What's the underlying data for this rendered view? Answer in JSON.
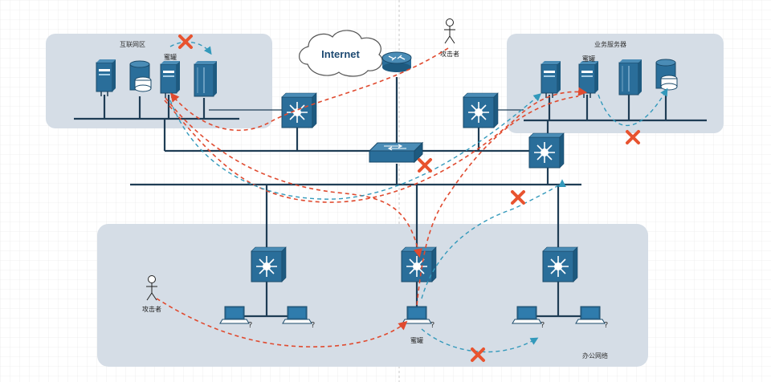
{
  "zones": {
    "internet_zone": "互联网区",
    "business_servers": "业务服务器",
    "office_network": "办公网络"
  },
  "cloud": {
    "label": "Internet"
  },
  "labels": {
    "honeypot_top_left": "蜜罐",
    "honeypot_top_right": "蜜罐",
    "honeypot_office": "蜜罐",
    "attacker_top": "攻击者",
    "attacker_office": "攻击者"
  },
  "icons": {
    "server": "server-icon",
    "database": "database-icon",
    "router": "router-icon",
    "switch": "switch-icon",
    "laptop": "laptop-icon",
    "attacker": "person-icon",
    "blocked": "x-icon"
  },
  "colors": {
    "zone_fill": "#d5dde6",
    "device_blue": "#2a6e9a",
    "line_dark": "#1f3d55",
    "attack_red": "#e04a2f",
    "move_blue": "#3399bb",
    "block_red": "#e8532f"
  }
}
